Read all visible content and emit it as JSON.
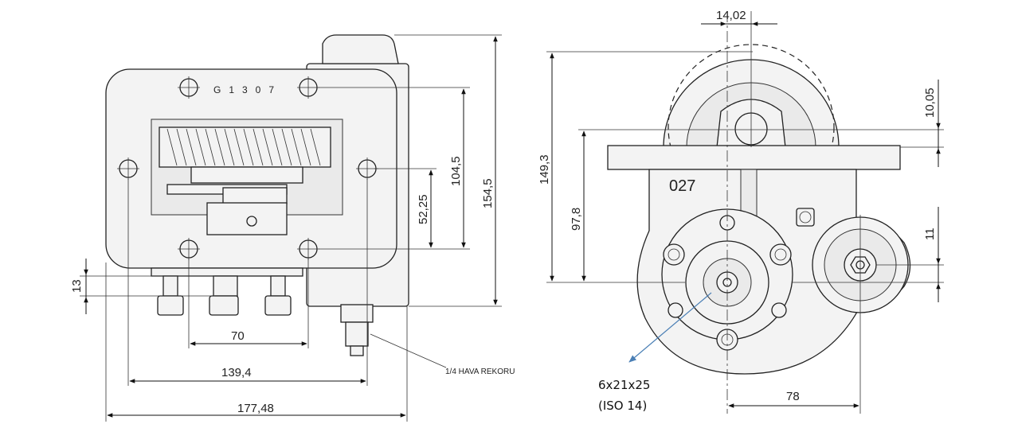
{
  "left_view": {
    "dims": {
      "d70": "70",
      "d139": "139,4",
      "d177": "177,48",
      "d13": "13",
      "d52": "52,25",
      "d104": "104,5",
      "d154": "154,5"
    },
    "part_marking": "G1307",
    "air_fitting_note": "1/4 HAVA REKORU"
  },
  "right_view": {
    "dims": {
      "d14": "14,02",
      "d149": "149,3",
      "d97": "97,8",
      "d10": "10,05",
      "d11": "11",
      "d78": "78"
    },
    "body_marking": "027",
    "shaft_label_1": "6x21x25",
    "shaft_label_2": "(ISO 14)",
    "leader_color": "#4a7fb5"
  }
}
